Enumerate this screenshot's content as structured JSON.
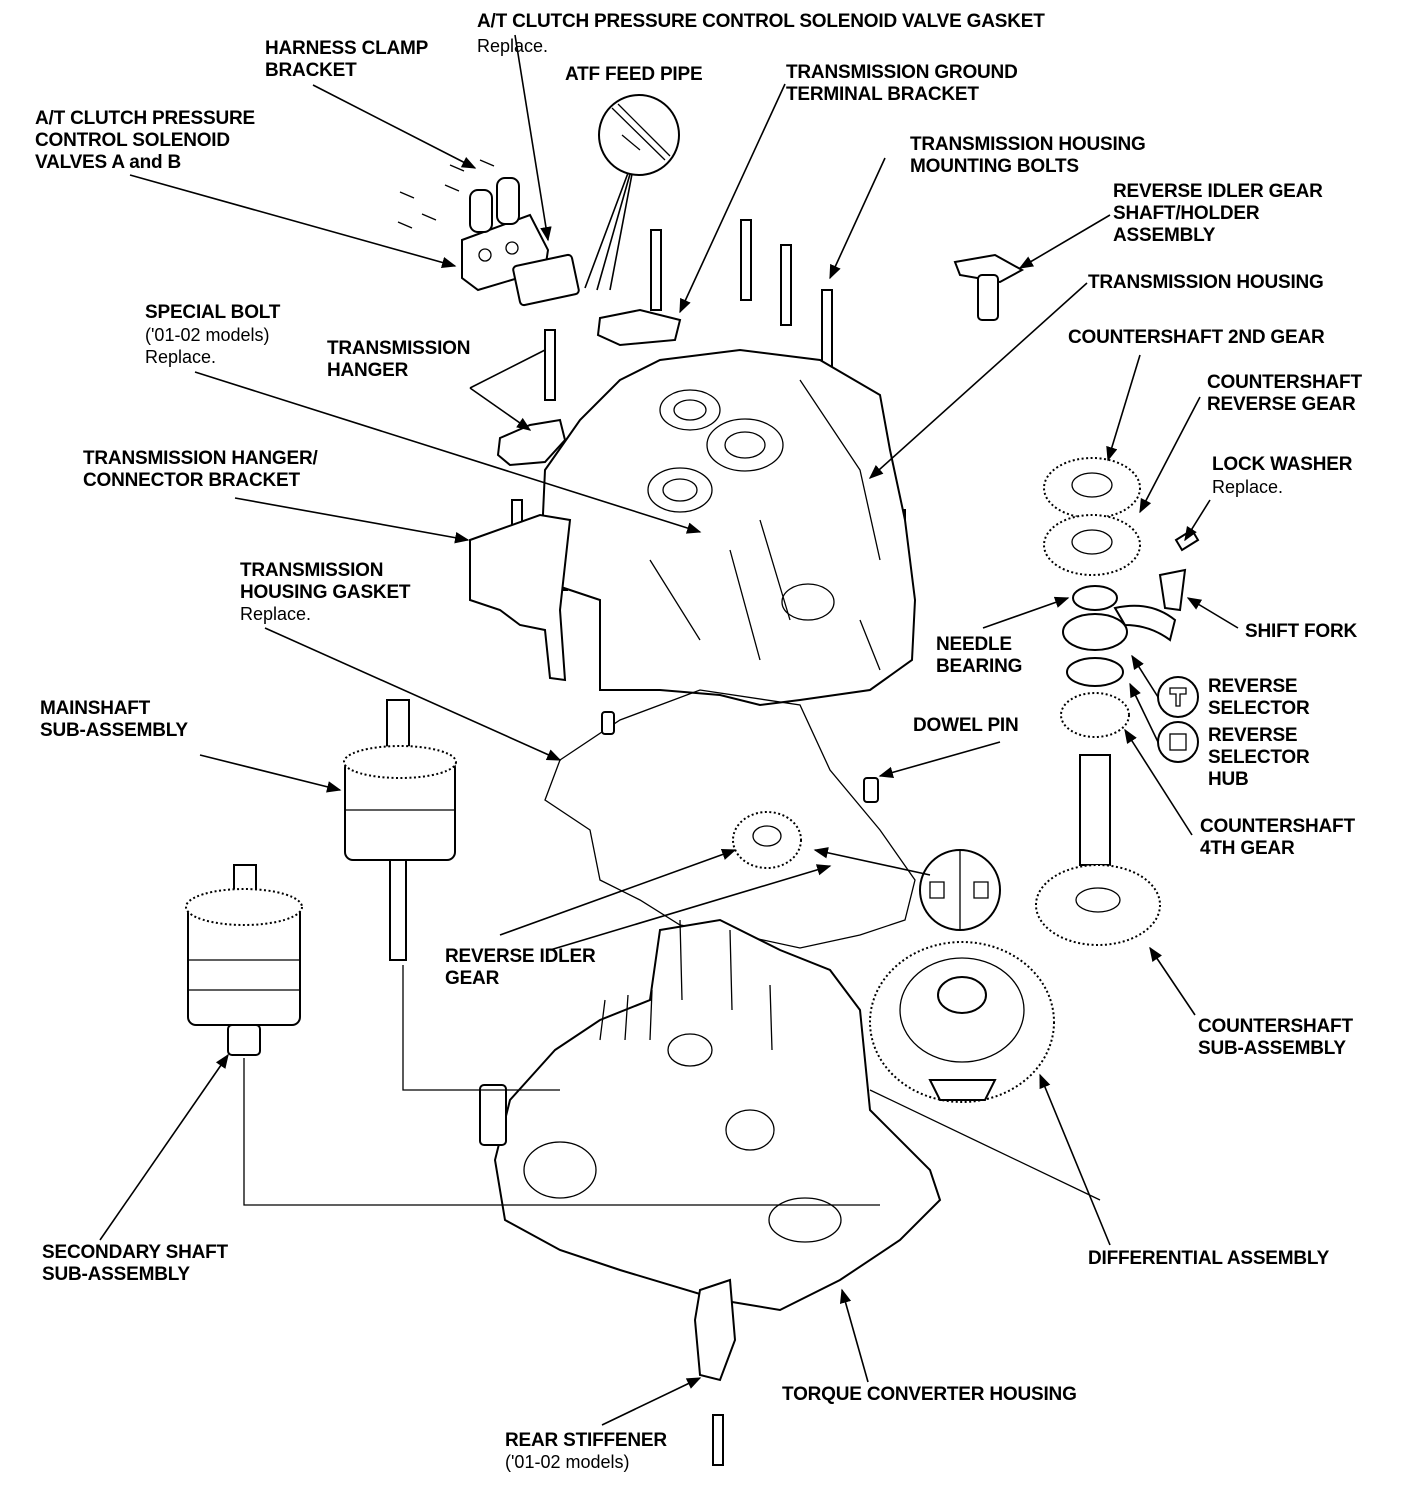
{
  "labels": {
    "gasket": "A/T CLUTCH PRESSURE CONTROL SOLENOID VALVE GASKET",
    "gasket_note": "Replace.",
    "harness_1": "HARNESS CLAMP",
    "harness_2": "BRACKET",
    "atf": "ATF FEED PIPE",
    "ground_1": "TRANSMISSION GROUND",
    "ground_2": "TERMINAL BRACKET",
    "solenoid_1": "A/T CLUTCH PRESSURE",
    "solenoid_2": "CONTROL SOLENOID",
    "solenoid_3": "VALVES A and B",
    "bolts_1": "TRANSMISSION HOUSING",
    "bolts_2": "MOUNTING BOLTS",
    "idler_shaft_1": "REVERSE IDLER GEAR",
    "idler_shaft_2": "SHAFT/HOLDER",
    "idler_shaft_3": "ASSEMBLY",
    "housing": "TRANSMISSION HOUSING",
    "special_bolt": "SPECIAL BOLT",
    "special_bolt_note1": "('01-02 models)",
    "special_bolt_note2": "Replace.",
    "hanger_1": "TRANSMISSION",
    "hanger_2": "HANGER",
    "cs2nd": "COUNTERSHAFT 2ND GEAR",
    "csrev_1": "COUNTERSHAFT",
    "csrev_2": "REVERSE GEAR",
    "hanger_conn_1": "TRANSMISSION HANGER/",
    "hanger_conn_2": "CONNECTOR BRACKET",
    "lock_washer": "LOCK WASHER",
    "lock_washer_note": "Replace.",
    "housing_gasket_1": "TRANSMISSION",
    "housing_gasket_2": "HOUSING GASKET",
    "housing_gasket_note": "Replace.",
    "needle_1": "NEEDLE",
    "needle_2": "BEARING",
    "shift_fork": "SHIFT FORK",
    "mainshaft_1": "MAINSHAFT",
    "mainshaft_2": "SUB-ASSEMBLY",
    "rev_selector_1": "REVERSE",
    "rev_selector_2": "SELECTOR",
    "dowel": "DOWEL PIN",
    "rev_hub_1": "REVERSE",
    "rev_hub_2": "SELECTOR",
    "rev_hub_3": "HUB",
    "cs4th_1": "COUNTERSHAFT",
    "cs4th_2": "4TH GEAR",
    "rev_idler_1": "REVERSE IDLER",
    "rev_idler_2": "GEAR",
    "cs_sub_1": "COUNTERSHAFT",
    "cs_sub_2": "SUB-ASSEMBLY",
    "secondary_1": "SECONDARY SHAFT",
    "secondary_2": "SUB-ASSEMBLY",
    "differential": "DIFFERENTIAL ASSEMBLY",
    "torque_conv": "TORQUE CONVERTER HOUSING",
    "stiffener": "REAR STIFFENER",
    "stiffener_note": "('01-02 models)"
  }
}
